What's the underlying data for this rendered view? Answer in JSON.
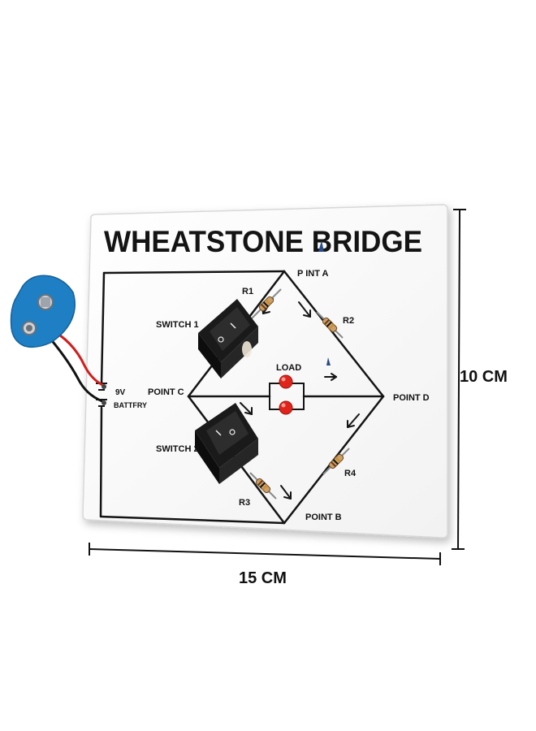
{
  "board": {
    "title": "WHEATSTONE BRIDGE",
    "point_a": "P INT A",
    "point_b": "POINT B",
    "point_c": "POINT C",
    "point_d": "POINT D",
    "r1": "R1",
    "r2": "R2",
    "r3": "R3",
    "r4": "R4",
    "switch_1": "SWITCH 1",
    "switch_2": "SWITCH 2",
    "load": "LOAD",
    "battery_voltage": "9V",
    "battery_label": "BATTFRY"
  },
  "dimensions": {
    "width": "15 CM",
    "height": "10 CM"
  },
  "colors": {
    "board": "#ffffff",
    "ink": "#141414",
    "switch_body": "#1a1a1a",
    "led": "#e0241c",
    "battery_clip": "#1e7fc4"
  }
}
